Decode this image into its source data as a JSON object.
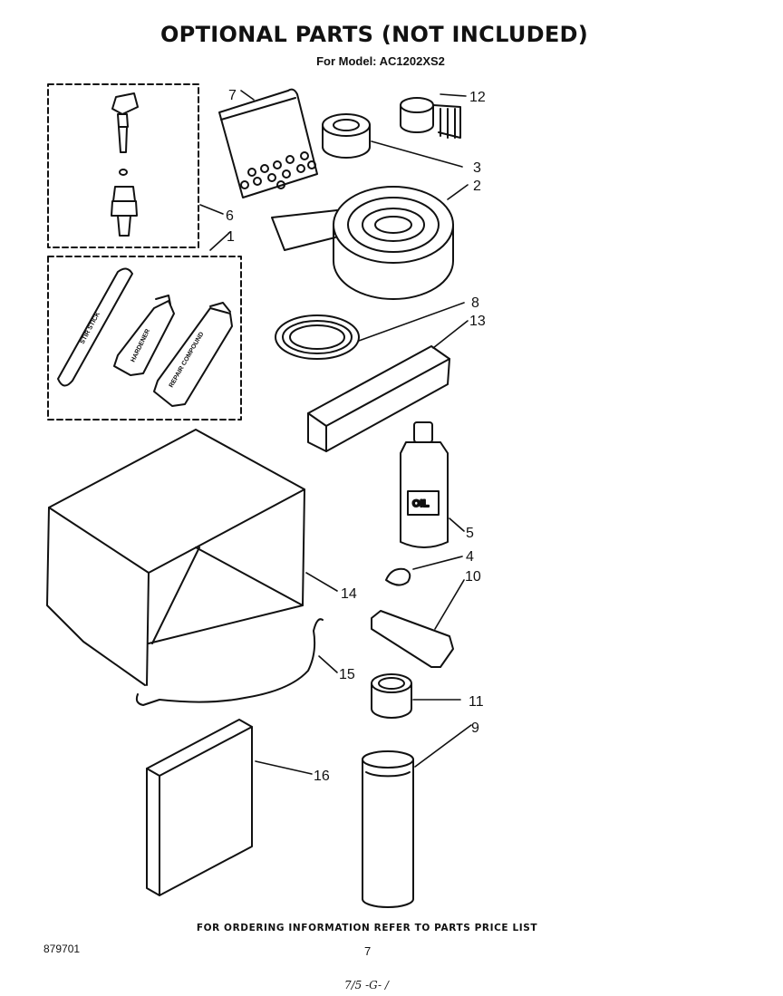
{
  "header": {
    "title": "OPTIONAL PARTS (NOT INCLUDED)",
    "model": "For Model: AC1202XS2"
  },
  "footer": {
    "ordering": "FOR ORDERING INFORMATION REFER TO PARTS PRICE LIST",
    "doc_number": "879701",
    "page_number": "7",
    "code": "7/5 -G- /"
  },
  "labels": {
    "oil": "OIL",
    "stir_stick": "STIR STICK",
    "hardener": "HARDENER",
    "repair_compound": "REPAIR COMPOUND"
  },
  "callouts": [
    "1",
    "2",
    "3",
    "4",
    "5",
    "6",
    "7",
    "8",
    "9",
    "10",
    "11",
    "12",
    "13",
    "14",
    "15",
    "16"
  ]
}
